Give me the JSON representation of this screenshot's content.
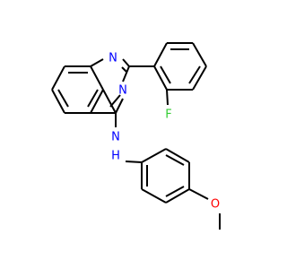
{
  "molecule": {
    "atoms": [
      {
        "id": "N1",
        "label": "N",
        "color": "#0000ff"
      },
      {
        "id": "N3",
        "label": "N",
        "color": "#0000ff"
      },
      {
        "id": "NH",
        "label": "N",
        "color": "#0000ff"
      },
      {
        "id": "H",
        "label": "H",
        "color": "#0000ff"
      },
      {
        "id": "F",
        "label": "F",
        "color": "#33cc33"
      },
      {
        "id": "O",
        "label": "O",
        "color": "#ff0000"
      }
    ],
    "bond_color": "#000000"
  }
}
